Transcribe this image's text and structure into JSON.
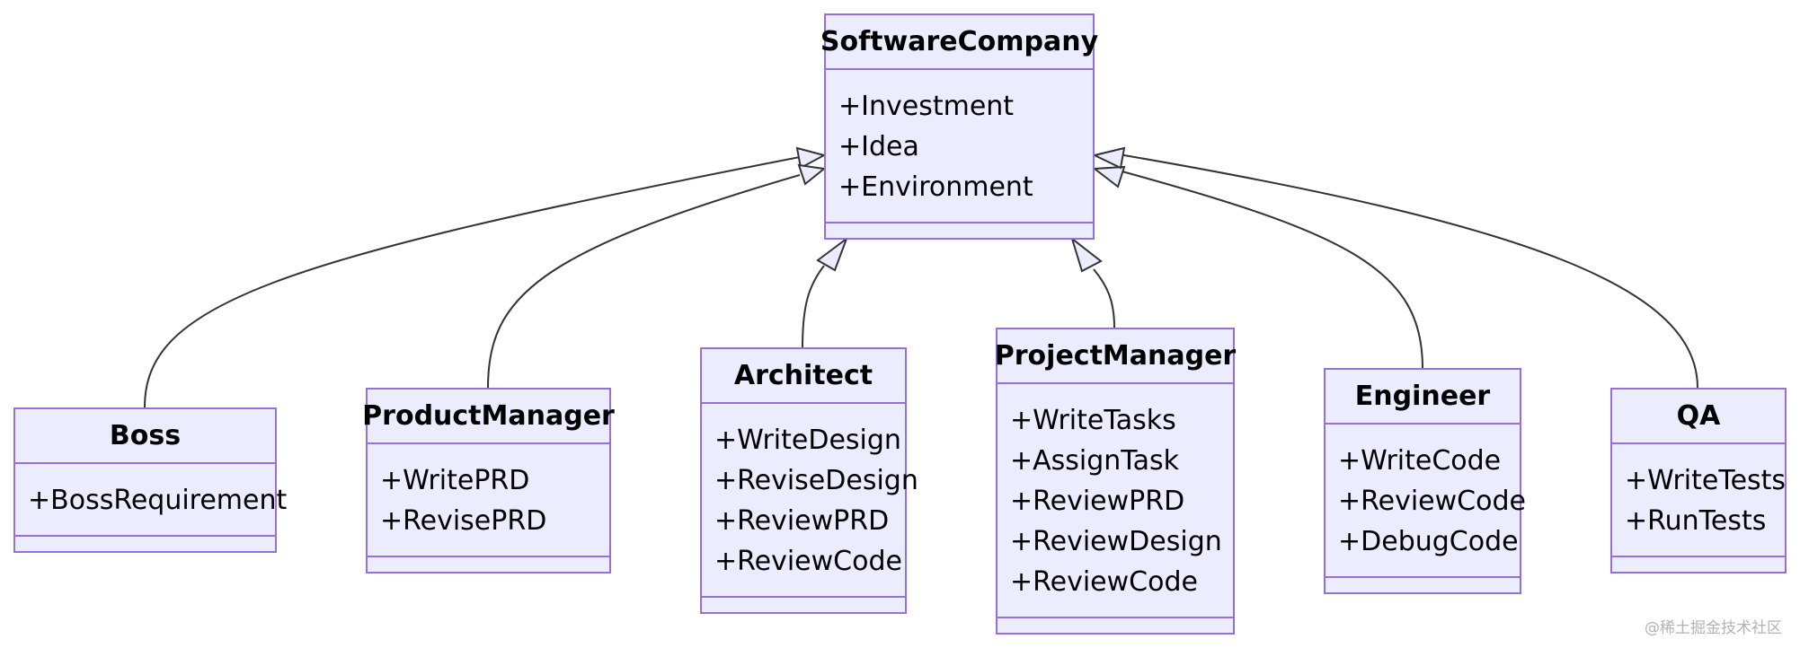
{
  "colors": {
    "box_fill": "#ECECFF",
    "box_border": "#9370DB",
    "edge": "#333333",
    "arrowhead_fill": "#ECECFF"
  },
  "relation": "inheritance",
  "classes": {
    "software_company": {
      "name": "SoftwareCompany",
      "members": [
        "+Investment",
        "+Idea",
        "+Environment"
      ]
    },
    "boss": {
      "name": "Boss",
      "members": [
        "+BossRequirement"
      ]
    },
    "product_manager": {
      "name": "ProductManager",
      "members": [
        "+WritePRD",
        "+RevisePRD"
      ]
    },
    "architect": {
      "name": "Architect",
      "members": [
        "+WriteDesign",
        "+ReviseDesign",
        "+ReviewPRD",
        "+ReviewCode"
      ]
    },
    "project_manager": {
      "name": "ProjectManager",
      "members": [
        "+WriteTasks",
        "+AssignTask",
        "+ReviewPRD",
        "+ReviewDesign",
        "+ReviewCode"
      ]
    },
    "engineer": {
      "name": "Engineer",
      "members": [
        "+WriteCode",
        "+ReviewCode",
        "+DebugCode"
      ]
    },
    "qa": {
      "name": "QA",
      "members": [
        "+WriteTests",
        "+RunTests"
      ]
    }
  },
  "edges": [
    {
      "from": "Boss",
      "to": "SoftwareCompany"
    },
    {
      "from": "ProductManager",
      "to": "SoftwareCompany"
    },
    {
      "from": "Architect",
      "to": "SoftwareCompany"
    },
    {
      "from": "ProjectManager",
      "to": "SoftwareCompany"
    },
    {
      "from": "Engineer",
      "to": "SoftwareCompany"
    },
    {
      "from": "QA",
      "to": "SoftwareCompany"
    }
  ],
  "watermark": "@稀土掘金技术社区"
}
